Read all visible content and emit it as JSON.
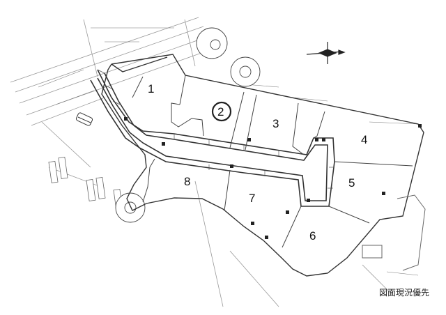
{
  "map": {
    "lots": [
      {
        "id": "1",
        "label": "1",
        "highlighted": false
      },
      {
        "id": "2",
        "label": "2",
        "highlighted": true
      },
      {
        "id": "3",
        "label": "3",
        "highlighted": false
      },
      {
        "id": "4",
        "label": "4",
        "highlighted": false
      },
      {
        "id": "5",
        "label": "5",
        "highlighted": false
      },
      {
        "id": "6",
        "label": "6",
        "highlighted": false
      },
      {
        "id": "7",
        "label": "7",
        "highlighted": false
      },
      {
        "id": "8",
        "label": "8",
        "highlighted": false
      }
    ],
    "caption": "図面現況優先",
    "icons": [
      "compass-icon",
      "car-icon"
    ],
    "colors": {
      "line": "#333333",
      "road": "#444444",
      "background": "#ffffff"
    }
  }
}
